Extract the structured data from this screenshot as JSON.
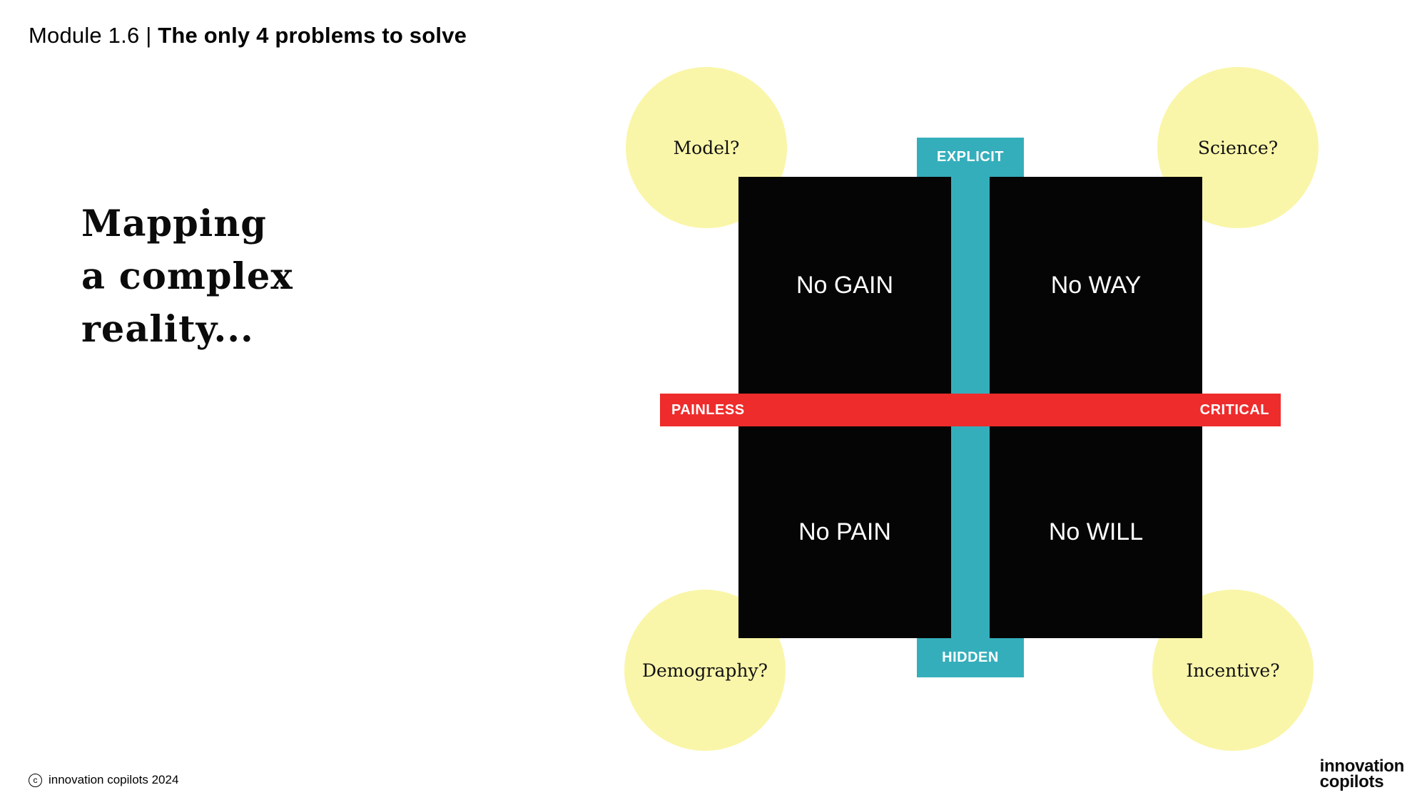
{
  "header": {
    "module": "Module 1.6 | ",
    "title": "The only 4 problems to solve"
  },
  "intro": {
    "line1": "Mapping",
    "line2": "a complex",
    "line3": "reality..."
  },
  "matrix": {
    "quadrant_color": "#050505",
    "quadrants": [
      {
        "label": "No GAIN",
        "position": "top-left"
      },
      {
        "label": "No WAY",
        "position": "top-right"
      },
      {
        "label": "No PAIN",
        "position": "bottom-left"
      },
      {
        "label": "No WILL",
        "position": "bottom-right"
      }
    ],
    "vertical_axis": {
      "top_label": "EXPLICIT",
      "bottom_label": "HIDDEN",
      "color": "#35aebb"
    },
    "horizontal_axis": {
      "left_label": "PAINLESS",
      "right_label": "CRITICAL",
      "color": "#ee2c2c"
    },
    "bubble_color": "#faf6a9",
    "corner_bubbles": [
      {
        "label": "Model?",
        "position": "top-left"
      },
      {
        "label": "Science?",
        "position": "top-right"
      },
      {
        "label": "Demography?",
        "position": "bottom-left"
      },
      {
        "label": "Incentive?",
        "position": "bottom-right"
      }
    ]
  },
  "footer": {
    "copyright_symbol": "c",
    "copyright": "innovation copilots 2024",
    "logo_line1": "innovation",
    "logo_line2": "copilots"
  }
}
